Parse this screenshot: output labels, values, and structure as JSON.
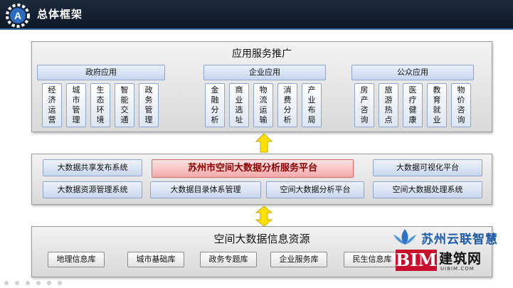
{
  "header": {
    "title": "总体框架"
  },
  "app_layer": {
    "title": "应用服务推广",
    "groups": [
      {
        "label": "政府应用",
        "items": [
          "经济运营",
          "城市管理",
          "生态环境",
          "智能交通",
          "政务管理"
        ]
      },
      {
        "label": "企业应用",
        "items": [
          "金融分析",
          "商业选址",
          "物流运输",
          "消费分析",
          "产业布局"
        ]
      },
      {
        "label": "公众应用",
        "items": [
          "房产咨询",
          "旅游热点",
          "医疗健康",
          "教育就业",
          "物价咨询"
        ]
      }
    ]
  },
  "platform_layer": {
    "center_title": "苏州市空间大数据分析服务平台",
    "boxes": [
      "大数据共享发布系统",
      "大数据可视化平台",
      "大数据资源管理系统",
      "大数据目录体系管理",
      "空间大数据分析平台",
      "空间大数据处理系统"
    ]
  },
  "data_layer": {
    "title": "空间大数据信息资源",
    "items": [
      "地理信息库",
      "城市基础库",
      "政务专题库",
      "企业服务库",
      "民生信息库"
    ]
  },
  "watermark": {
    "brand": "苏州云联智慧",
    "bim": "BIM",
    "bim_cn": "建筑网",
    "bim_url": "UIBIM.COM"
  },
  "colors": {
    "header_bg": "#142133",
    "highlight": "#f3a9a9",
    "arrow": "#ffe100",
    "accent_blue": "#1d5aa8",
    "bim_red": "#c8102e"
  }
}
